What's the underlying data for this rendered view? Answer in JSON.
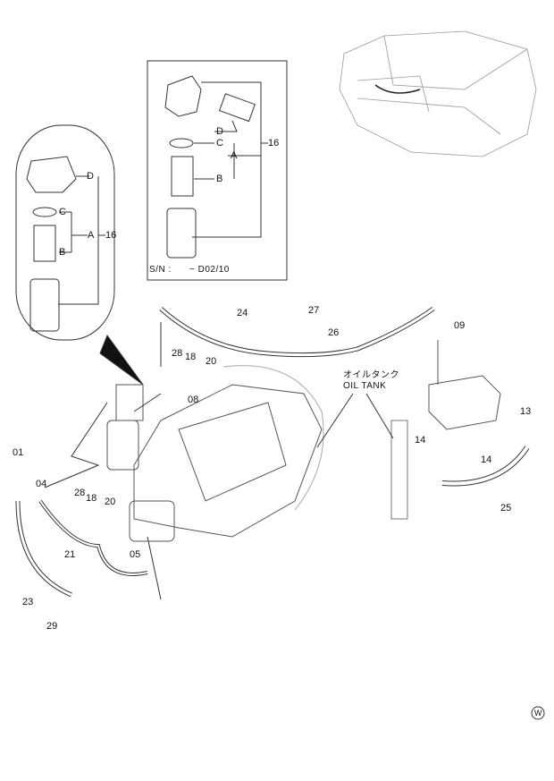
{
  "diagram": {
    "inset_rounded": {
      "labels": {
        "D": "D",
        "C": "C",
        "A": "A",
        "assembly": "16",
        "B": "B"
      }
    },
    "inset_box": {
      "labels": {
        "D": "D",
        "C": "C",
        "A": "A",
        "assembly": "16",
        "B": "B"
      },
      "serial_prefix": "S/N  :",
      "serial_range": "~ D02/10"
    },
    "callouts": {
      "p24": "24",
      "p27": "27",
      "p26": "26",
      "p09": "09",
      "p28a": "28",
      "p18a": "18",
      "p20a": "20",
      "p08": "08",
      "p13": "13",
      "p14a": "14",
      "p14b": "14",
      "p01": "01",
      "p04": "04",
      "p28b": "28",
      "p18b": "18",
      "p20b": "20",
      "p21": "21",
      "p05": "05",
      "p25": "25",
      "p23": "23",
      "p29": "29"
    },
    "oil_tank_jp": "オイルタンク",
    "oil_tank_en": "OIL TANK",
    "watermark": "W"
  }
}
